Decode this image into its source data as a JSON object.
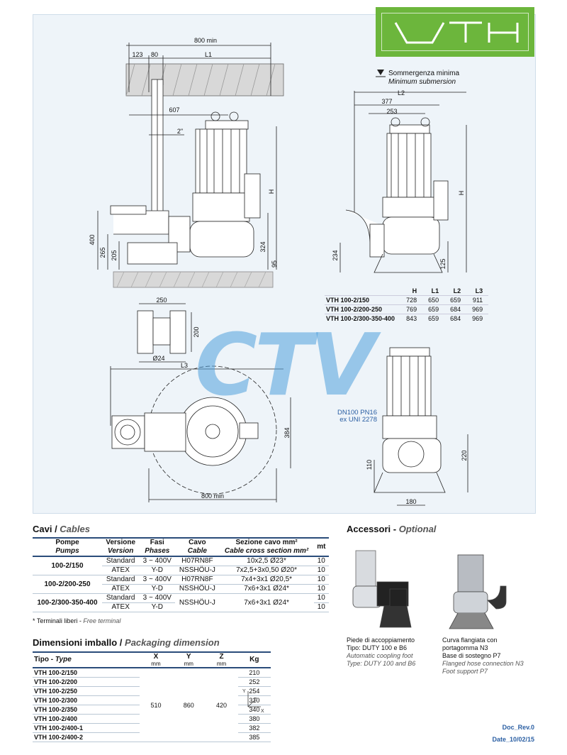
{
  "logo": {
    "text": "VTH"
  },
  "legend": {
    "it": "Sommergenza minima",
    "en": "Minimum submersion"
  },
  "drawing": {
    "dim_800min": "800 min",
    "dim_123": "123",
    "dim_80": "80",
    "dim_L1": "L1",
    "dim_607": "607",
    "dim_2in": "2\"",
    "dim_H": "H",
    "dim_400": "400",
    "dim_265": "265",
    "dim_205": "205",
    "dim_324": "324",
    "dim_95": "95",
    "dim_L2": "L2",
    "dim_377": "377",
    "dim_253": "253",
    "dim_234": "234",
    "dim_125": "125",
    "dim_250": "250",
    "dim_200": "200",
    "dim_d24": "Ø24",
    "dim_L3": "L3",
    "dim_384": "384",
    "dim_800min_b": "800 min",
    "dn_label_1": "DN100 PN16",
    "dn_label_2": "ex UNI 2278",
    "dim_220": "220",
    "dim_110": "110",
    "dim_180": "180"
  },
  "dims_table": {
    "headers": [
      "",
      "H",
      "L1",
      "L2",
      "L3"
    ],
    "rows": [
      [
        "VTH 100-2/150",
        "728",
        "650",
        "659",
        "911"
      ],
      [
        "VTH 100-2/200-250",
        "769",
        "659",
        "684",
        "969"
      ],
      [
        "VTH 100-2/300-350-400",
        "843",
        "659",
        "684",
        "969"
      ]
    ]
  },
  "watermark": "CTV",
  "cables": {
    "title_it": "Cavi / ",
    "title_en": "Cables",
    "headers": {
      "pompe_it": "Pompe",
      "pompe_en": "Pumps",
      "versione_it": "Versione",
      "versione_en": "Version",
      "fasi_it": "Fasi",
      "fasi_en": "Phases",
      "cavo_it": "Cavo",
      "cavo_en": "Cable",
      "sezione_it": "Sezione cavo mm²",
      "sezione_en": "Cable cross section mm²",
      "mt": "mt"
    },
    "rows": [
      {
        "pump": "100-2/150",
        "version": "Standard",
        "phases": "3 ~ 400V",
        "cable": "H07RN8F",
        "section": "10x2,5 Ø23*",
        "mt": "10"
      },
      {
        "pump": "",
        "version": "ATEX",
        "phases": "Y-D",
        "cable": "NSSHÖU-J",
        "section": "7x2,5+3x0,50 Ø20*",
        "mt": "10"
      },
      {
        "pump": "100-2/200-250",
        "version": "Standard",
        "phases": "3 ~ 400V",
        "cable": "H07RN8F",
        "section": "7x4+3x1 Ø20,5*",
        "mt": "10"
      },
      {
        "pump": "",
        "version": "ATEX",
        "phases": "Y-D",
        "cable": "NSSHÖU-J",
        "section": "7x6+3x1 Ø24*",
        "mt": "10"
      },
      {
        "pump": "100-2/300-350-400",
        "version": "Standard",
        "phases": "3 ~ 400V",
        "cable": "NSSHÖU-J",
        "section": "7x6+3x1 Ø24*",
        "mt": "10"
      },
      {
        "pump": "",
        "version": "ATEX",
        "phases": "Y-D",
        "cable": "",
        "section": "",
        "mt": "10"
      }
    ],
    "note_it": "* Terminali liberi - ",
    "note_en": "Free terminal"
  },
  "packaging": {
    "title_it": "Dimensioni imballo / ",
    "title_en": "Packaging dimension",
    "headers": {
      "tipo_it": "Tipo - ",
      "tipo_en": "Type",
      "x": "X",
      "y": "Y",
      "z": "Z",
      "unit": "mm",
      "kg": "Kg"
    },
    "x": "510",
    "y": "860",
    "z": "420",
    "rows": [
      {
        "type": "VTH 100-2/150",
        "kg": "210"
      },
      {
        "type": "VTH 100-2/200",
        "kg": "252"
      },
      {
        "type": "VTH 100-2/250",
        "kg": "254"
      },
      {
        "type": "VTH 100-2/300",
        "kg": "310"
      },
      {
        "type": "VTH 100-2/350",
        "kg": "340"
      },
      {
        "type": "VTH 100-2/400",
        "kg": "380"
      },
      {
        "type": "VTH 100-2/400-1",
        "kg": "382"
      },
      {
        "type": "VTH 100-2/400-2",
        "kg": "385"
      }
    ],
    "axis_y": "Y",
    "axis_z": "Z",
    "axis_x": "X"
  },
  "accessories": {
    "title_it": "Accessori - ",
    "title_en": "Optional",
    "item1": {
      "l1": "Piede di accoppiamento",
      "l2": "Tipo: DUTY 100 e B6",
      "l3": "Automatic coopling foot",
      "l4": "Type: DUTY 100 and B6"
    },
    "item2": {
      "l1": "Curva flangiata con",
      "l2": "portagomma N3",
      "l3": "Base di sostegno P7",
      "l4": "Flanged hose connection N3",
      "l5": "Foot support P7"
    }
  },
  "doc": {
    "rev": "Doc_Rev.0",
    "date": "Date_10/02/15"
  }
}
